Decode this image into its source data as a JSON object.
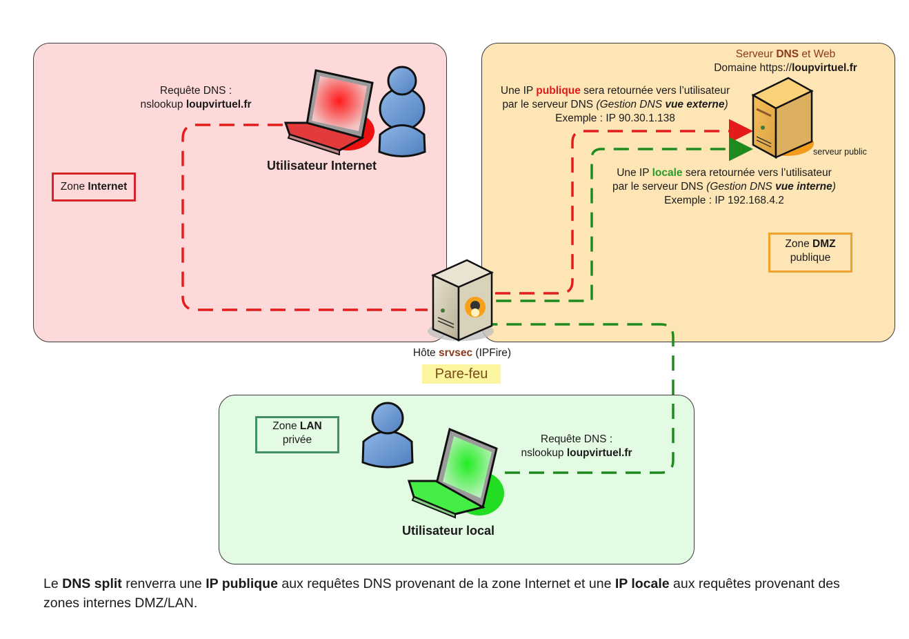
{
  "zones": {
    "internet": {
      "label_prefix": "Zone ",
      "label_bold": "Internet",
      "color": "#fdd9d9",
      "border": "#d7262b"
    },
    "dmz": {
      "label_prefix": "Zone ",
      "label_bold": "DMZ",
      "label_line2": "publique",
      "color": "#fde5b5",
      "border": "#f0a22b"
    },
    "lan": {
      "label_prefix": "Zone ",
      "label_bold": "LAN",
      "label_line2": "privée",
      "color": "#e3fae3",
      "border": "#3f8f5f"
    }
  },
  "internet_user": {
    "request_line1": "Requête DNS :",
    "request_line2_prefix": "nslookup ",
    "request_line2_bold": "loupvirtuel.fr",
    "title": "Utilisateur Internet",
    "laptop_color": "#e31b1b"
  },
  "dns_server": {
    "title_prefix": "Serveur ",
    "title_bold": "DNS",
    "title_suffix": " et Web",
    "domain_prefix": "Domaine https://",
    "domain_bold": "loupvirtuel.fr",
    "caption": "serveur public"
  },
  "external_view": {
    "line1_prefix": "Une IP ",
    "line1_highlight": "publique",
    "line1_suffix": " sera retournée vers l’utilisateur",
    "line2_prefix": "par le serveur DNS ",
    "line2_italic": "(Gestion DNS ",
    "line2_italic_bold": "vue externe",
    "line2_close": ")",
    "line3": "Exemple : IP 90.30.1.138"
  },
  "internal_view": {
    "line1_prefix": "Une IP ",
    "line1_highlight": "locale",
    "line1_suffix": " sera retournée vers l’utilisateur",
    "line2_prefix": "par le serveur DNS ",
    "line2_italic": "(Gestion DNS ",
    "line2_italic_bold": "vue interne",
    "line2_close": ")",
    "line3": "Exemple : IP 192.168.4.2"
  },
  "firewall": {
    "host_prefix": "Hôte ",
    "host_bold": "srvsec",
    "host_suffix": " (IPFire)",
    "label": "Pare-feu"
  },
  "local_user": {
    "request_line1": "Requête DNS :",
    "request_line2_prefix": "nslookup ",
    "request_line2_bold": "loupvirtuel.fr",
    "title": "Utilisateur local",
    "laptop_color": "#2ee82e"
  },
  "caption": {
    "p1": "Le ",
    "b1": "DNS split",
    "p2": " renverra une ",
    "b2": "IP publique",
    "p3": " aux requêtes DNS provenant de la zone Internet et une ",
    "b3": "IP locale",
    "p4": " aux requêtes provenant des zones internes DMZ/LAN."
  },
  "colors": {
    "external_path": "#e31b1b",
    "internal_path": "#1f8a1f"
  }
}
